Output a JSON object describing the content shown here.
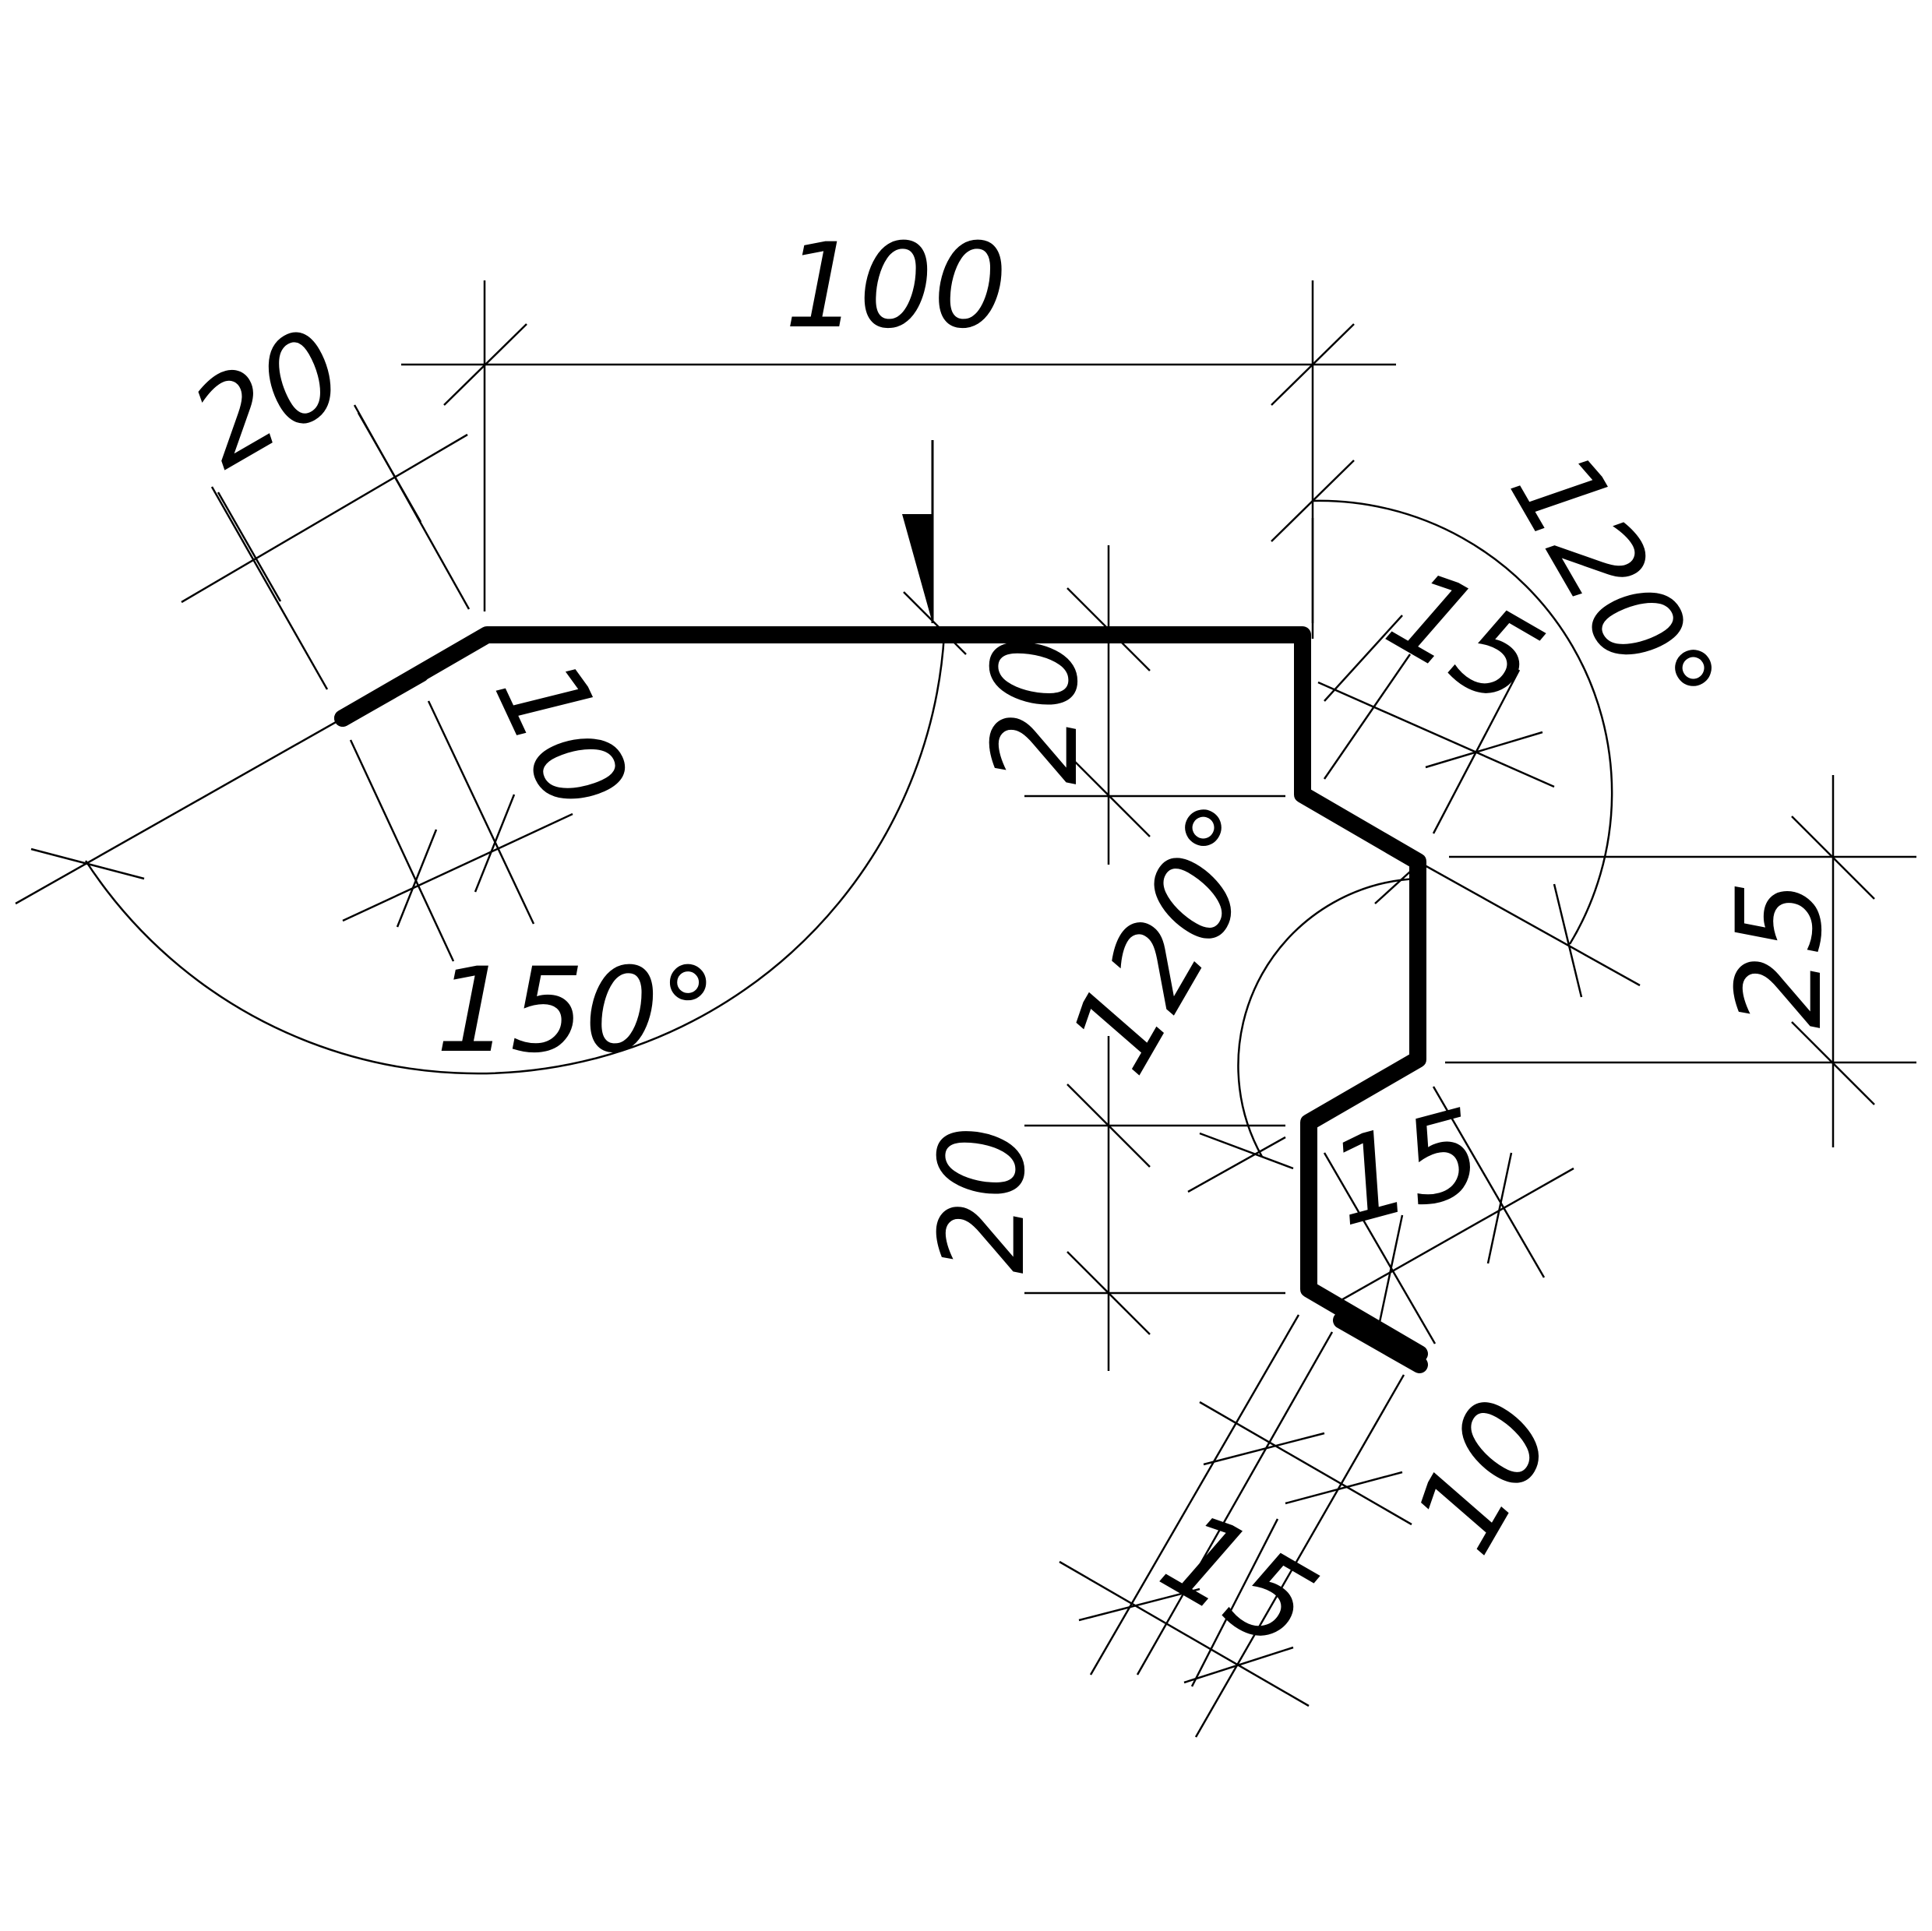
{
  "colors": {
    "ink": "#000000",
    "paper": "#ffffff"
  },
  "profile": {
    "description_of_marks": "sheet-metal flashing profile",
    "segments_mm": [
      10,
      20,
      100,
      20,
      15,
      25,
      15,
      20,
      15,
      10
    ]
  },
  "dimensions": {
    "top_width": "100",
    "left_flange": "20",
    "left_hem": "10",
    "left_angle": "150°",
    "right_upper_drop": "20",
    "right_upper_diag": "15",
    "right_upper_angle": "120°",
    "center_angle": "120°",
    "right_vertical": "25",
    "right_lower_drop": "20",
    "right_lower_diag": "15",
    "bottom_diag": "15",
    "bottom_hem": "10"
  },
  "icons": {
    "marker": "triangle-flag-icon"
  }
}
